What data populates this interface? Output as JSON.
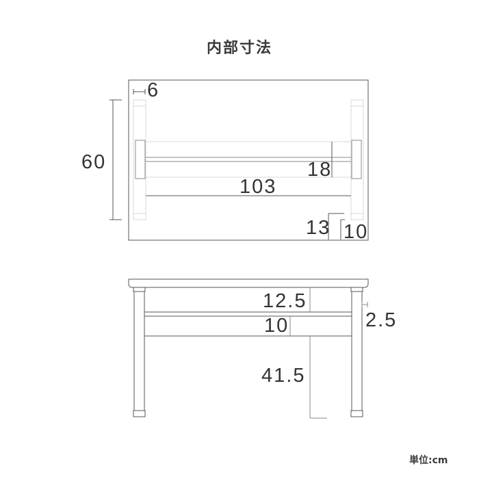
{
  "title": "内部寸法",
  "unit_label": "単位:cm",
  "top_view": {
    "dimensions": {
      "leg_width": "6",
      "depth": "60",
      "shelf_depth": "18",
      "inner_width": "103",
      "edge_offset_a": "13",
      "edge_offset_b": "10"
    }
  },
  "front_view": {
    "dimensions": {
      "top_to_shelf": "12.5",
      "shelf_opening": "10",
      "floor_clearance": "41.5",
      "leg_inset": "2.5"
    }
  },
  "colors": {
    "line": "#555555",
    "text": "#333333",
    "background": "#ffffff"
  }
}
